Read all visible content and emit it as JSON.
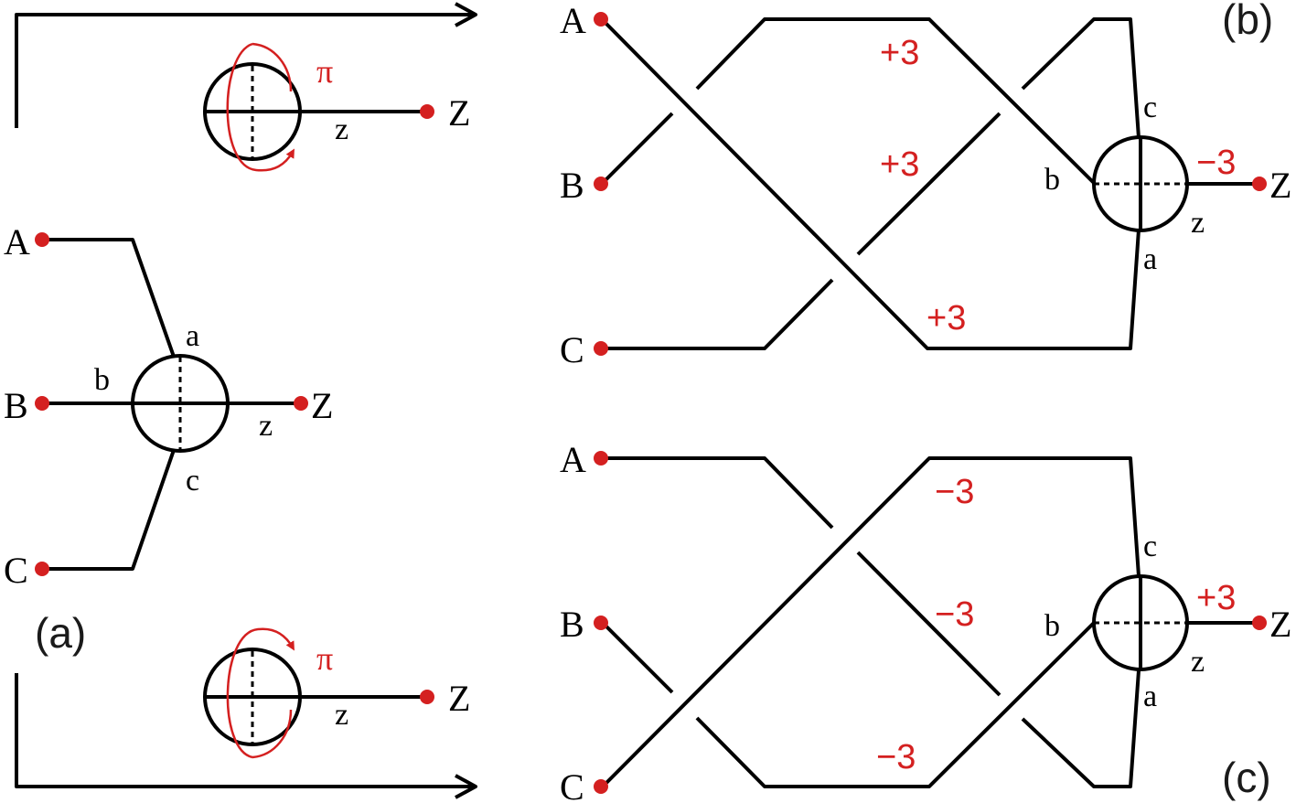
{
  "panels": {
    "a": "(a)",
    "b": "(b)",
    "c": "(c)"
  },
  "terminals": {
    "A": "A",
    "B": "B",
    "C": "C",
    "Z": "Z"
  },
  "legs": {
    "a": "a",
    "b": "b",
    "c": "c",
    "z": "z"
  },
  "rotation": {
    "angle": "π"
  },
  "twists": {
    "b_crossing_1": "+3",
    "b_crossing_2": "+3",
    "b_crossing_3": "+3",
    "b_vertex": "−3",
    "c_crossing_1": "−3",
    "c_crossing_2": "−3",
    "c_crossing_3": "−3",
    "c_vertex": "+3"
  },
  "colors": {
    "line": "#000000",
    "accent": "#d42020"
  }
}
